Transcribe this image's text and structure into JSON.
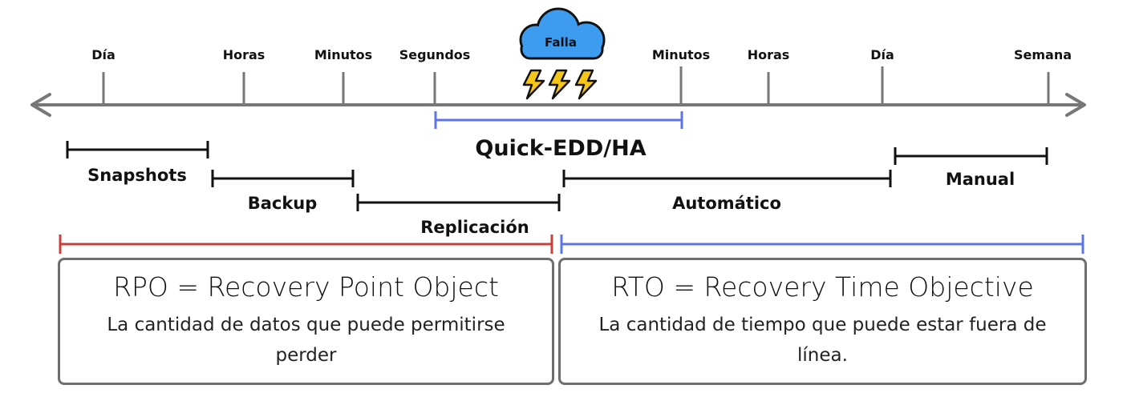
{
  "timeline": {
    "left_ticks": [
      "Día",
      "Horas",
      "Minutos",
      "Segundos"
    ],
    "right_ticks": [
      "Minutos",
      "Horas",
      "Día",
      "Semana"
    ],
    "event_label": "Falla"
  },
  "ranges": {
    "quick": "Quick-EDD/HA",
    "snapshots": "Snapshots",
    "backup": "Backup",
    "replicacion": "Replicación",
    "automatico": "Automático",
    "manual": "Manual"
  },
  "rpo": {
    "title": "RPO = Recovery Point Object",
    "description": "La cantidad de datos que puede permitirse perder"
  },
  "rto": {
    "title": "RTO = Recovery Time Objective",
    "description": "La cantidad de tiempo que puede estar fuera de línea."
  },
  "colors": {
    "axis": "#777777",
    "quick_bracket": "#5b74e8",
    "rpo_bracket": "#c8403b",
    "rto_bracket": "#5b74e8",
    "cloud": "#3d9cf0",
    "bolt": "#f5c518",
    "bracket": "#111111"
  }
}
